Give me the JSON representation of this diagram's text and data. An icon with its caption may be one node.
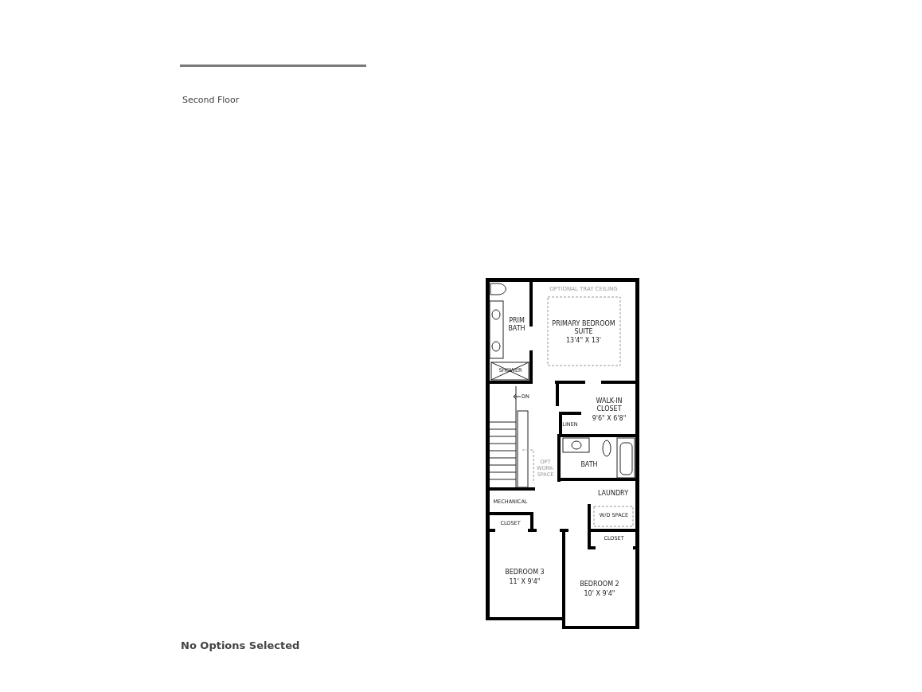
{
  "diagram": {
    "title": "Second Floor",
    "caption": "No Options Selected",
    "labels": [
      "OPTIONAL TRAY CEILING",
      "PRIM BATH",
      "PRIMARY BEDROOM SUITE",
      "13'4\" X 13'",
      "SHOWER",
      "DN",
      "WALK-IN CLOSET",
      "9'6\" X 6'8\"",
      "LINEN",
      "OPT WORK-SPACE",
      "BATH",
      "LAUNDRY",
      "MECHANICAL",
      "W/D SPACE",
      "CLOSET",
      "CLOSET",
      "BEDROOM 3",
      "11' X 9'4\"",
      "BEDROOM 2",
      "10' X 9'4\""
    ]
  }
}
